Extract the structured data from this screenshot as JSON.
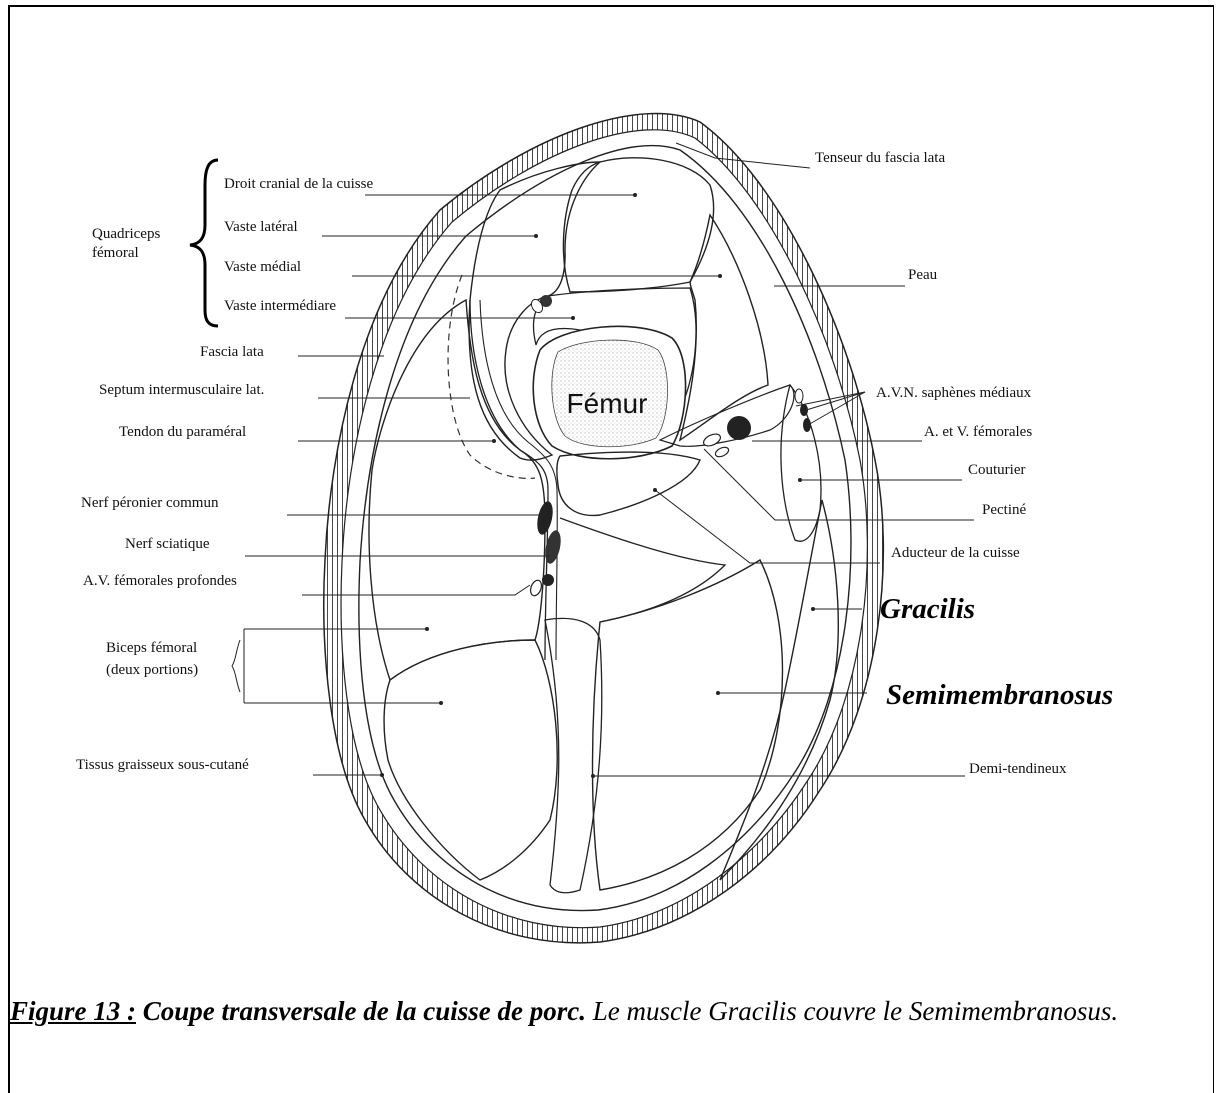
{
  "labels": {
    "tenseur": "Tenseur du fascia lata",
    "droit": "Droit cranial de la cuisse",
    "vaste_lat": "Vaste latéral",
    "vaste_med": "Vaste médial",
    "vaste_int": "Vaste intermédiare",
    "quadriceps_1": "Quadriceps",
    "quadriceps_2": "fémoral",
    "peau": "Peau",
    "fascia": "Fascia lata",
    "septum": "Septum intermusculaire lat.",
    "tendon": "Tendon du paraméral",
    "femur": "Fémur",
    "avn": "A.V.N. saphènes médiaux",
    "av_fem": "A. et V. fémorales",
    "couturier": "Couturier",
    "pectine": "Pectiné",
    "aducteur": "Aducteur de la cuisse",
    "nerf_peron": "Nerf péronier commun",
    "nerf_sciat": "Nerf sciatique",
    "av_prof": "A.V. fémorales  profondes",
    "gracilis": "Gracilis",
    "biceps_1": "Biceps fémoral",
    "biceps_2": "(deux portions)",
    "semimem": "Semimembranosus",
    "tissus": "Tissus graisseux sous-cutané",
    "demi": "Demi-tendineux"
  },
  "caption": {
    "figure": "Figure 13 :",
    "title": "Coupe transversale de la cuisse de porc.",
    "text": "Le muscle Gracilis couvre le Semimembranosus."
  }
}
